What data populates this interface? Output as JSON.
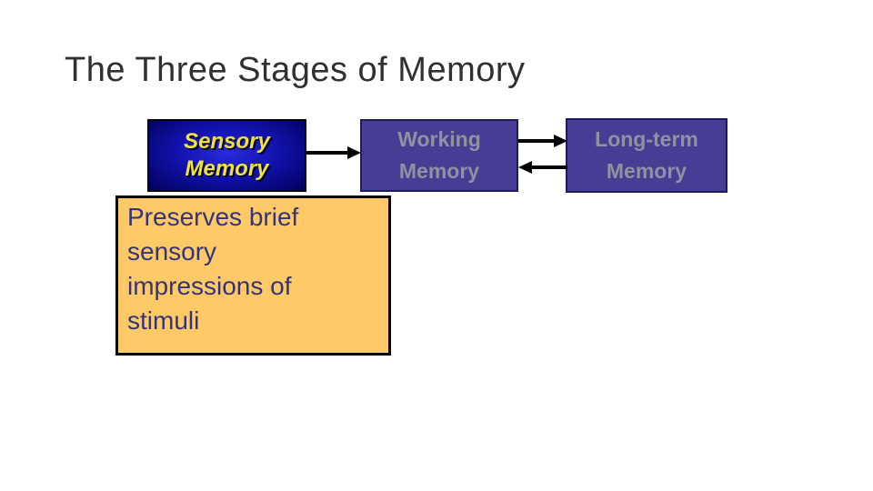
{
  "slide": {
    "title": "The Three Stages of Memory",
    "stages": [
      {
        "id": "sensory",
        "label": "Sensory\nMemory"
      },
      {
        "id": "working",
        "label": "Working\nMemory"
      },
      {
        "id": "longterm",
        "label": "Long-term\nMemory"
      }
    ],
    "arrows": [
      {
        "name": "sensory-to-working",
        "direction": "right"
      },
      {
        "name": "working-to-longterm",
        "direction": "right"
      },
      {
        "name": "longterm-to-working",
        "direction": "left"
      }
    ],
    "callout": {
      "text": "Preserves brief\nsensory\nimpressions of\nstimuli"
    }
  },
  "colors": {
    "background": "#FFFFFF",
    "title_text": "#303030",
    "sensory_box_center": "#2B2BDC",
    "sensory_box_mid": "#1212AE",
    "sensory_box_edge": "#00005A",
    "sensory_text": "#EFE23D",
    "stage_box_bg": "#483D94",
    "stage_box_border": "#1E1B60",
    "stage_text": "#9191A0",
    "callout_bg": "#FEC967",
    "callout_text": "#34347B",
    "arrow": "#000000"
  }
}
